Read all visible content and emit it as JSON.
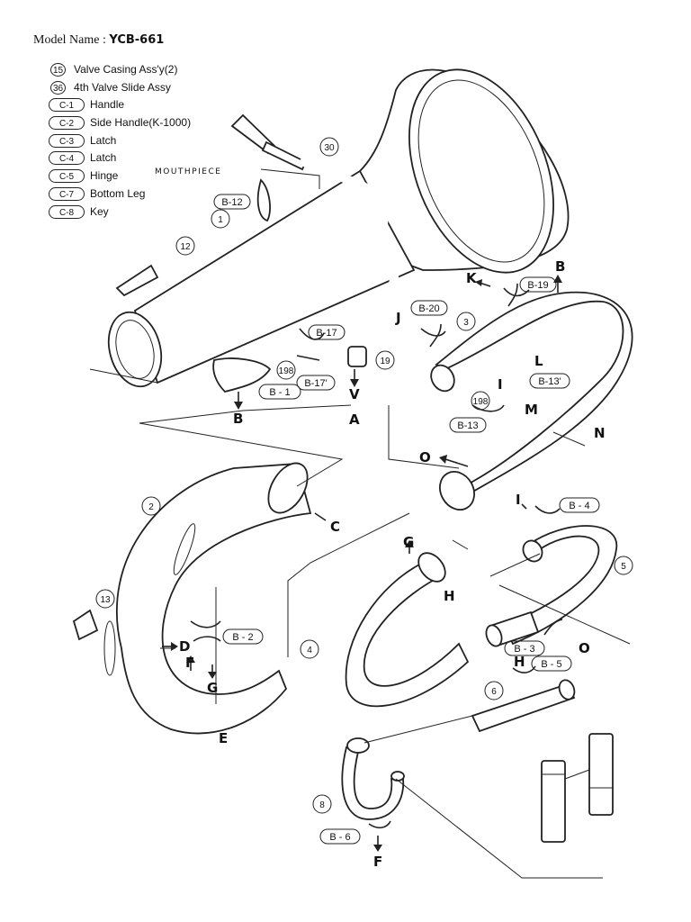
{
  "header": {
    "label": "Model Name :",
    "model": "YCB-661"
  },
  "legend": [
    {
      "code": "15",
      "text": "Valve Casing Ass'y(2)",
      "shape": "circle"
    },
    {
      "code": "36",
      "text": "4th Valve Slide Assy",
      "shape": "circle"
    },
    {
      "code": "C-1",
      "text": "Handle",
      "shape": "oval"
    },
    {
      "code": "C-2",
      "text": "Side Handle(K-1000)",
      "shape": "oval"
    },
    {
      "code": "C-3",
      "text": "Latch",
      "shape": "oval"
    },
    {
      "code": "C-4",
      "text": "Latch",
      "shape": "oval"
    },
    {
      "code": "C-5",
      "text": "Hinge",
      "shape": "oval"
    },
    {
      "code": "C-7",
      "text": "Bottom Leg",
      "shape": "oval"
    },
    {
      "code": "C-8",
      "text": "Key",
      "shape": "oval"
    }
  ],
  "labels": {
    "mouthpiece": "MOUTHPIECE",
    "p30": "30",
    "p12": "12",
    "p1": "1",
    "p198a": "198",
    "p198b": "198",
    "p19": "19",
    "p3": "3",
    "p2": "2",
    "p13": "13",
    "p4": "4",
    "p5": "5",
    "p6": "6",
    "p8": "8",
    "b12": "B-12",
    "b17": "B-17",
    "b17p": "B-17'",
    "b1": "B - 1",
    "b20": "B-20",
    "b19": "B-19",
    "b13p": "B-13'",
    "b13": "B-13",
    "b4": "B - 4",
    "b2": "B - 2",
    "b3": "B - 3",
    "b5": "B - 5",
    "b6": "B - 6",
    "B_top": "B",
    "B_mid": "B",
    "A": "A",
    "V": "V",
    "K": "K",
    "J": "J",
    "L": "L",
    "I_top": "I",
    "M": "M",
    "N": "N",
    "O_top": "O",
    "C": "C",
    "G_mid": "G",
    "H_mid": "H",
    "I_right": "I",
    "D": "D",
    "F_left": "F",
    "G_left": "G",
    "E": "E",
    "O_right": "O",
    "H_right": "H",
    "F_bottom": "F"
  }
}
